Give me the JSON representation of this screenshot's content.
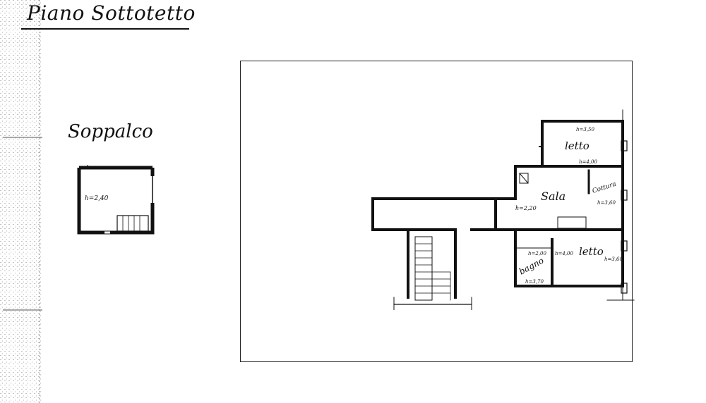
{
  "header": {
    "title": "Piano Sottotetto"
  },
  "soppalco": {
    "label": "Soppalco",
    "height": "h=2,40"
  },
  "plan": {
    "rooms": [
      {
        "id": "letto-top",
        "name": "letto",
        "height_top": "h=3,50",
        "height_bottom": "h=4,00"
      },
      {
        "id": "sala",
        "name": "Sala",
        "height": "h=2,20"
      },
      {
        "id": "cottura",
        "name": "Cottura",
        "height": "h=3,60"
      },
      {
        "id": "letto-bottom",
        "name": "letto",
        "height_left": "h=4,00",
        "height_right": "h=3,60"
      },
      {
        "id": "bagno",
        "name": "bagno",
        "height_top": "h=2,00",
        "height_bottom": "h=3,70"
      }
    ]
  },
  "colors": {
    "ink": "#111111",
    "paper": "#ffffff",
    "wall_fill": "#2a2a2a"
  }
}
